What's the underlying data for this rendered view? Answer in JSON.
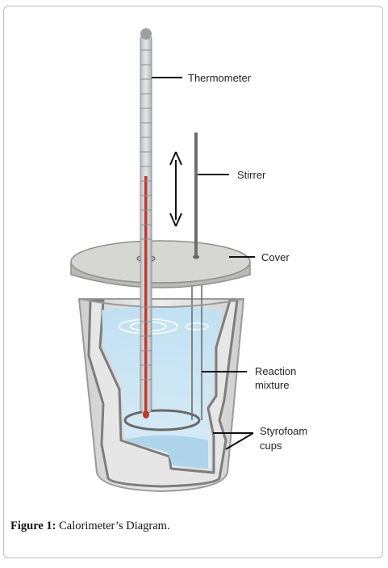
{
  "labels": {
    "thermometer": "Thermometer",
    "stirrer": "Stirrer",
    "cover": "Cover",
    "reaction_line1": "Reaction",
    "reaction_line2": "mixture",
    "styrofoam_line1": "Styrofoam",
    "styrofoam_line2": "cups"
  },
  "caption": {
    "prefix": "Figure 1:",
    "text": " Calorimeter’s Diagram."
  },
  "colors": {
    "liquid": "#a9d4ee",
    "cup": "#dcdcdc",
    "cup_outline": "#8a8a8a",
    "lid": "#cfd0cc",
    "mercury": "#c0392b"
  }
}
